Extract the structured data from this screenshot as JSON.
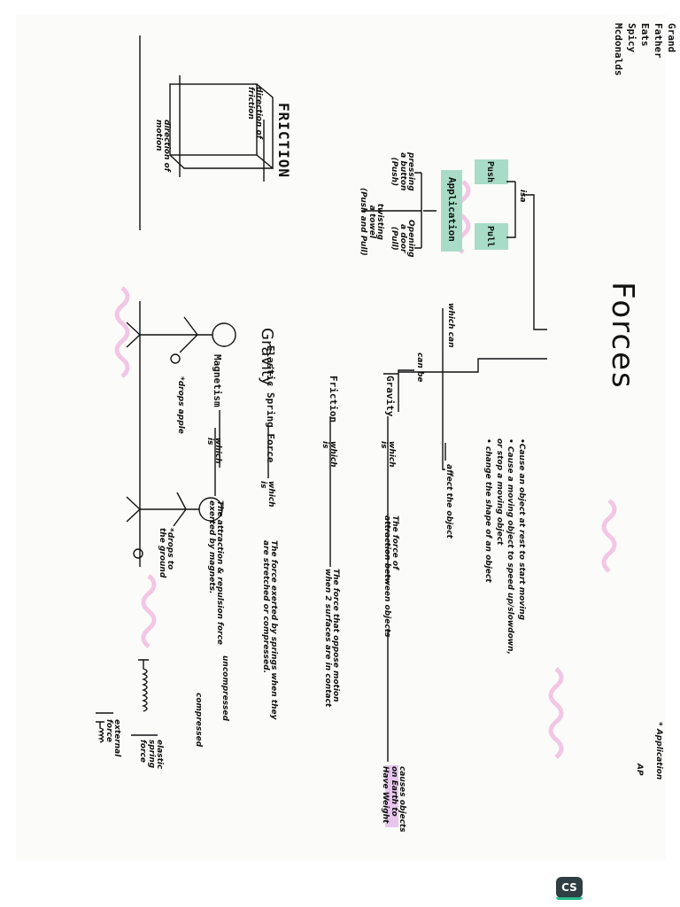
{
  "title": "Forces",
  "mnemonic": [
    "Grand",
    "Father",
    "Eats",
    "Spicy",
    "Mcdonalds"
  ],
  "note": {
    "line1": "* Application",
    "line2": "AP"
  },
  "tree": {
    "isa_label": "isa",
    "push": "Push",
    "pull": "Pull",
    "application": "Application",
    "which_can": "which can",
    "can_be": "can be",
    "app_examples": {
      "pressing": "pressing\na button\n(Push)",
      "opening": "Opening\na door\n(Pull)",
      "twisting": "twisting\na towel\n(Push and Pull)"
    }
  },
  "effects": [
    "•Cause an object at rest to start moving",
    "• Cause a moving object to speed up/slowdown,",
    "  or stop a moving object",
    "• change the shape of an object",
    "affect the object"
  ],
  "types": [
    {
      "name": "Gravity",
      "link": "which\nis",
      "definition": "The force of\nattraction between objects",
      "result": "causes objects\non Earth to\nHave Weight"
    },
    {
      "name": "Friction",
      "link": "which\nis",
      "definition": "The force that oppose motion\nwhen 2 surfaces are in contact"
    },
    {
      "name": "Elastic Spring Force",
      "link": "which\nis",
      "definition": "The force exerted by springs when they\nare stretched or compressed."
    },
    {
      "name": "Magnetism",
      "link": "which\nis",
      "definition": "The attraction & repulsion force\nexerted by magnets."
    }
  ],
  "friction_diagram": {
    "heading": "FRICTION",
    "direction_friction": "direction of\nfriction",
    "direction_motion": "direction of\nmotion"
  },
  "gravity_diagram": {
    "heading": "Gravity",
    "drops": "*drops apple",
    "ground": "*drops to\nthe ground"
  },
  "spring_diagram": {
    "uncompressed": "uncompressed",
    "compressed": "compressed",
    "elastic": "elastic\nspring\nforce",
    "external": "external\nforce"
  },
  "colors": {
    "highlight": "#a8dcc7",
    "pink": "#f2c6e4",
    "weight_highlight": "#e7c6ee",
    "ink": "#111111"
  },
  "badge": "CS"
}
